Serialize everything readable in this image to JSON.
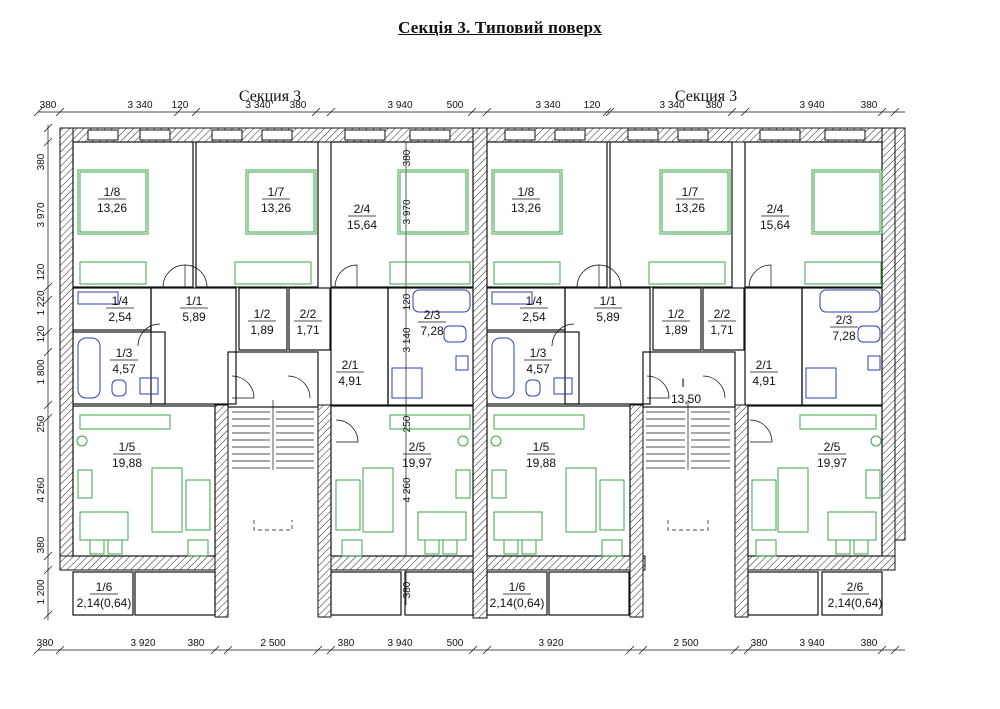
{
  "title": "Секція 3. Типовий поверх",
  "section_labels": [
    "Секция 3",
    "Секция 3"
  ],
  "top_dims": [
    "380",
    "3 340",
    "120",
    "3 340",
    "380",
    "3 940",
    "500",
    "3 340",
    "120",
    "3 340",
    "380",
    "3 940",
    "380"
  ],
  "bottom_dims": [
    "380",
    "3 920",
    "380",
    "2 500",
    "380",
    "3 940",
    "500",
    "3 920",
    "2 500",
    "380",
    "3 940",
    "380"
  ],
  "left_dims": [
    "380",
    "3 970",
    "120",
    "1 220",
    "120",
    "1 800",
    "250",
    "4 260",
    "380",
    "1 200"
  ],
  "inner_dims": [
    "380",
    "3 970",
    "120",
    "3 140",
    "250",
    "4 260",
    "380"
  ],
  "rooms": [
    {
      "id": "1/8",
      "area": "13,26"
    },
    {
      "id": "1/7",
      "area": "13,26"
    },
    {
      "id": "2/4",
      "area": "15,64"
    },
    {
      "id": "1/4",
      "area": "2,54"
    },
    {
      "id": "1/1",
      "area": "5,89"
    },
    {
      "id": "1/2",
      "area": "1,89"
    },
    {
      "id": "2/2",
      "area": "1,71"
    },
    {
      "id": "2/3",
      "area": "7,28"
    },
    {
      "id": "1/3",
      "area": "4,57"
    },
    {
      "id": "2/1",
      "area": "4,91"
    },
    {
      "id": "1/5",
      "area": "19,88"
    },
    {
      "id": "2/5",
      "area": "19,97"
    },
    {
      "id": "1/6",
      "area": "2,14(0,64)"
    },
    {
      "id": "1/8",
      "area": "13,26"
    },
    {
      "id": "1/7",
      "area": "13,26"
    },
    {
      "id": "2/4",
      "area": "15,64"
    },
    {
      "id": "1/4",
      "area": "2,54"
    },
    {
      "id": "1/1",
      "area": "5,89"
    },
    {
      "id": "1/2",
      "area": "1,89"
    },
    {
      "id": "2/2",
      "area": "1,71"
    },
    {
      "id": "2/3",
      "area": "7,28"
    },
    {
      "id": "1/3",
      "area": "4,57"
    },
    {
      "id": "2/1",
      "area": "4,91"
    },
    {
      "id": "1/5",
      "area": "19,88"
    },
    {
      "id": "2/5",
      "area": "19,97"
    },
    {
      "id": "1/6",
      "area": "2,14(0,64)"
    },
    {
      "id": "2/6",
      "area": "2,14(0,64)"
    }
  ],
  "stair_label": {
    "id": "I",
    "area": "13,50"
  },
  "colors": {
    "wall": "#111111",
    "furniture": "#3aa64a",
    "plumbing": "#2b3fb5",
    "kitchen_mark": "#dd2233"
  }
}
